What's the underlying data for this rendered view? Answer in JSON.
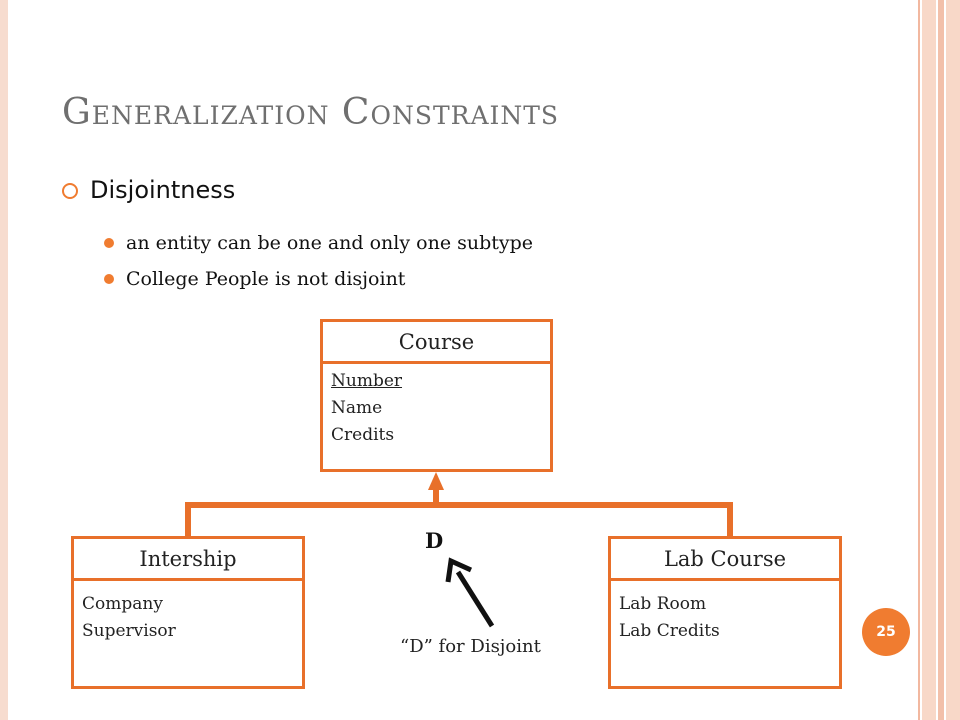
{
  "slide": {
    "title": "Generalization Constraints",
    "bullet": "Disjointness",
    "sub_bullets": [
      "an entity can be one and only one subtype",
      "College People is not disjoint"
    ],
    "page_number": "25"
  },
  "diagram": {
    "parent": {
      "name": "Course",
      "attributes": [
        "Number",
        "Name",
        "Credits"
      ]
    },
    "children": [
      {
        "name": "Intership",
        "attributes": [
          "Company",
          "Supervisor"
        ]
      },
      {
        "name": "Lab Course",
        "attributes": [
          "Lab Room",
          "Lab Credits"
        ]
      }
    ],
    "constraint_label": "D",
    "annotation": "“D” for Disjoint"
  },
  "colors": {
    "accent": "#e8702a",
    "title": "#6f6f6f"
  }
}
